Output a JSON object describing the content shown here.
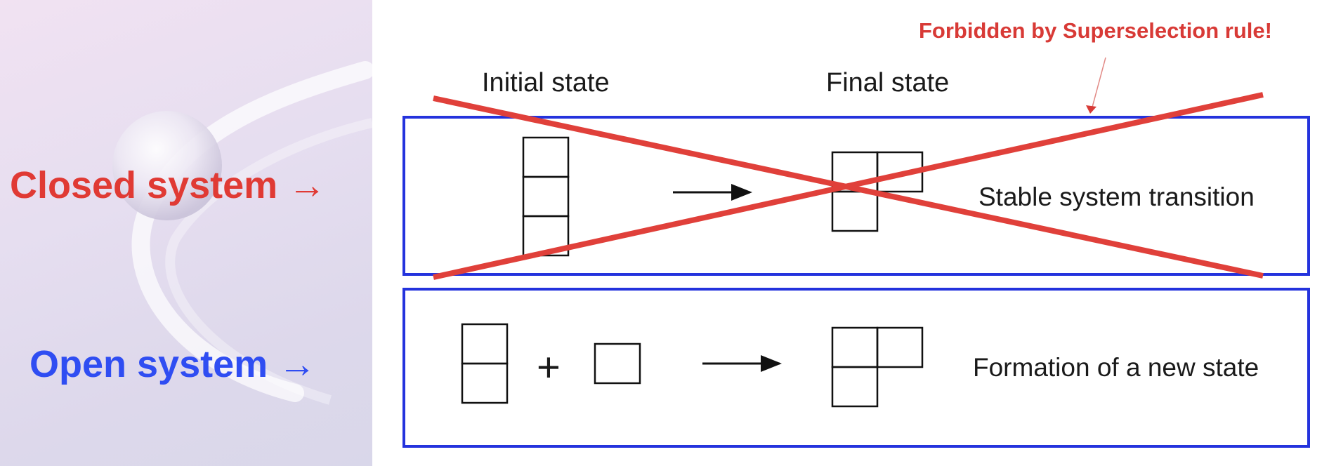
{
  "labels": {
    "closed_system": "Closed system →",
    "open_system": "Open system →"
  },
  "diagram": {
    "initial_state_header": "Initial state",
    "final_state_header": "Final state",
    "forbidden_note": "Forbidden by Superselection rule!",
    "closed_row_description": "Stable system transition",
    "open_row_description": "Formation of a new state",
    "plus_sign": "+"
  },
  "colors": {
    "closed_red": "#e03a34",
    "open_blue": "#2f4df2",
    "box_border": "#2433dd",
    "cross_red": "#e0403a"
  }
}
